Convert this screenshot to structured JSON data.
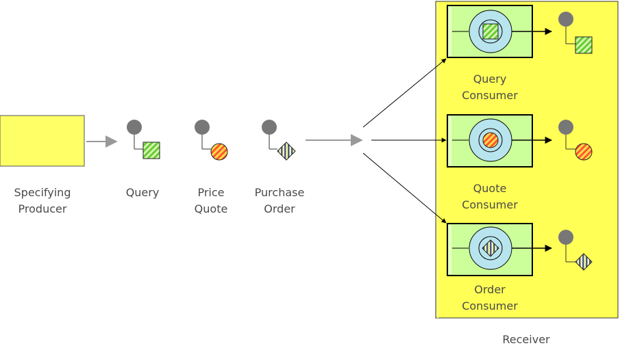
{
  "producer": {
    "label_line1": "Specifying",
    "label_line2": "Producer",
    "fill": "#ffff66"
  },
  "messages": [
    {
      "label_line1": "Query",
      "label_line2": "",
      "shape": "square",
      "color": "#66cc33"
    },
    {
      "label_line1": "Price",
      "label_line2": "Quote",
      "shape": "circle",
      "color": "#ff6633"
    },
    {
      "label_line1": "Purchase",
      "label_line2": "Order",
      "shape": "diamond",
      "color": "#6677aa"
    }
  ],
  "receiver": {
    "label": "Receiver",
    "fill": "#ffff55",
    "consumers": [
      {
        "label_line1": "Query",
        "label_line2": "Consumer",
        "shape": "square"
      },
      {
        "label_line1": "Quote",
        "label_line2": "Consumer",
        "shape": "circle"
      },
      {
        "label_line1": "Order",
        "label_line2": "Consumer",
        "shape": "diamond"
      }
    ]
  },
  "colors": {
    "consumer_fill": "#ccff99",
    "disc_fill": "#b8e4ee",
    "message_head": "#777777",
    "arrow": "#999999"
  }
}
